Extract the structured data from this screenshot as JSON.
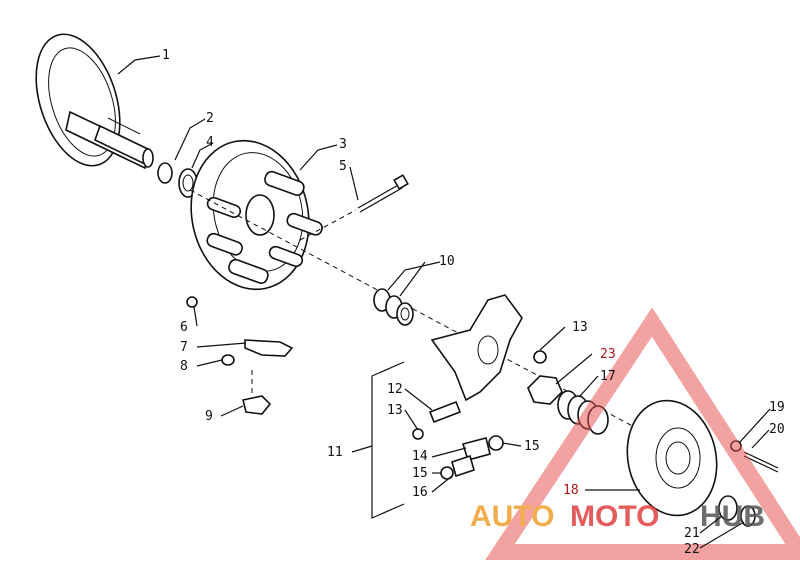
{
  "callouts": [
    "1",
    "2",
    "4",
    "3",
    "5",
    "10",
    "6",
    "7",
    "8",
    "9",
    "11",
    "12",
    "13",
    "13",
    "14",
    "15",
    "15",
    "16",
    "23",
    "17",
    "18",
    "19",
    "20",
    "21",
    "22"
  ],
  "watermark": {
    "word1": "AUTO",
    "word2": "MOTO",
    "word3": "HUB",
    "colors": {
      "orange": "#f0a030",
      "red": "#e04040",
      "gray": "#555555",
      "triangle": "#e84a4a"
    }
  }
}
